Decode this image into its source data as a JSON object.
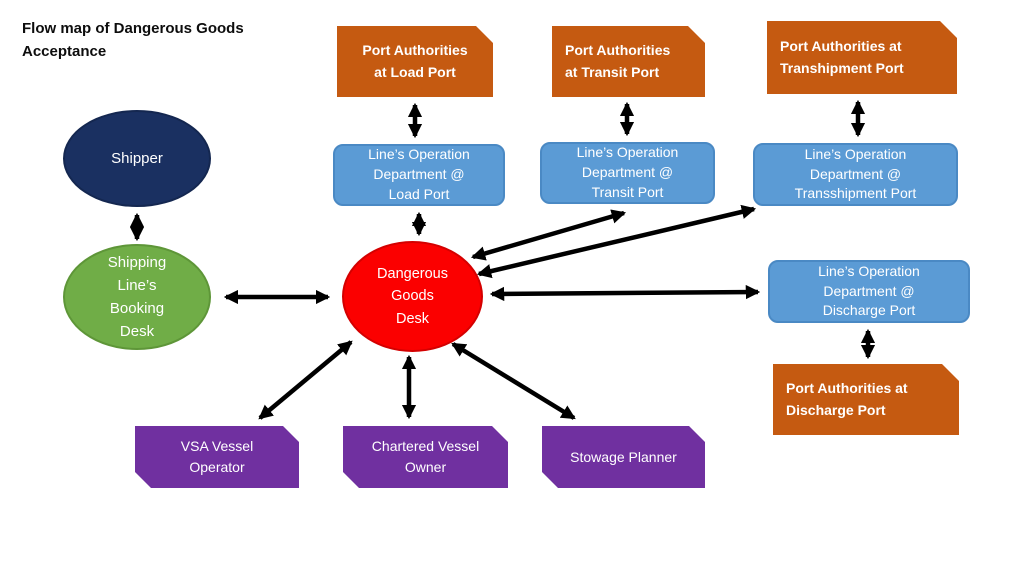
{
  "title": "Flow map of Dangerous Goods\nAcceptance",
  "colors": {
    "orange_box": "#c55a11",
    "blue_box": "#5b9bd5",
    "green_ellipse": "#70ad47",
    "navy_ellipse": "#1a3061",
    "red_ellipse": "#fb0000",
    "purple_box": "#7030a0",
    "arrow": "#000000",
    "text_on_shapes": "#ffffff",
    "title_text": "#0d0d0d",
    "background": "#ffffff"
  },
  "nodes": {
    "shipper": {
      "label": "Shipper",
      "shape": "ellipse"
    },
    "booking_desk": {
      "label": "Shipping\nLine’s\nBooking\nDesk",
      "shape": "ellipse"
    },
    "dg_desk": {
      "label": "Dangerous\nGoods\nDesk",
      "shape": "ellipse"
    },
    "port_load": {
      "label": "Port Authorities\nat Load Port",
      "shape": "snip-corner-rect"
    },
    "port_transit": {
      "label": "Port Authorities\nat Transit Port",
      "shape": "snip-corner-rect"
    },
    "port_transhipment": {
      "label": "Port Authorities at\nTranshipment Port",
      "shape": "snip-corner-rect"
    },
    "port_discharge": {
      "label": "Port Authorities at\nDischarge Port",
      "shape": "snip-corner-rect"
    },
    "ops_load": {
      "label": "Line’s Operation\nDepartment @\nLoad Port",
      "shape": "rounded-rect"
    },
    "ops_transit": {
      "label": "Line’s Operation\nDepartment @\nTransit Port",
      "shape": "rounded-rect"
    },
    "ops_transshipment": {
      "label": "Line’s Operation\nDepartment @\nTransshipment Port",
      "shape": "rounded-rect"
    },
    "ops_discharge": {
      "label": "Line’s Operation\nDepartment @\nDischarge Port",
      "shape": "rounded-rect"
    },
    "vsa_vessel_operator": {
      "label": "VSA Vessel\nOperator",
      "shape": "snip-diagonal-rect"
    },
    "chartered_vessel_owner": {
      "label": "Chartered Vessel\nOwner",
      "shape": "snip-diagonal-rect"
    },
    "stowage_planner": {
      "label": "Stowage Planner",
      "shape": "snip-diagonal-rect"
    }
  },
  "edges": [
    {
      "from": "shipper",
      "to": "booking_desk",
      "bidirectional": true
    },
    {
      "from": "booking_desk",
      "to": "dg_desk",
      "bidirectional": true
    },
    {
      "from": "port_load",
      "to": "ops_load",
      "bidirectional": true
    },
    {
      "from": "port_transit",
      "to": "ops_transit",
      "bidirectional": true
    },
    {
      "from": "port_transhipment",
      "to": "ops_transshipment",
      "bidirectional": true
    },
    {
      "from": "dg_desk",
      "to": "ops_load",
      "bidirectional": true
    },
    {
      "from": "dg_desk",
      "to": "ops_transit",
      "bidirectional": true
    },
    {
      "from": "dg_desk",
      "to": "ops_transshipment",
      "bidirectional": true
    },
    {
      "from": "dg_desk",
      "to": "ops_discharge",
      "bidirectional": true
    },
    {
      "from": "ops_discharge",
      "to": "port_discharge",
      "bidirectional": true
    },
    {
      "from": "dg_desk",
      "to": "vsa_vessel_operator",
      "bidirectional": true
    },
    {
      "from": "dg_desk",
      "to": "chartered_vessel_owner",
      "bidirectional": true
    },
    {
      "from": "dg_desk",
      "to": "stowage_planner",
      "bidirectional": true
    }
  ]
}
